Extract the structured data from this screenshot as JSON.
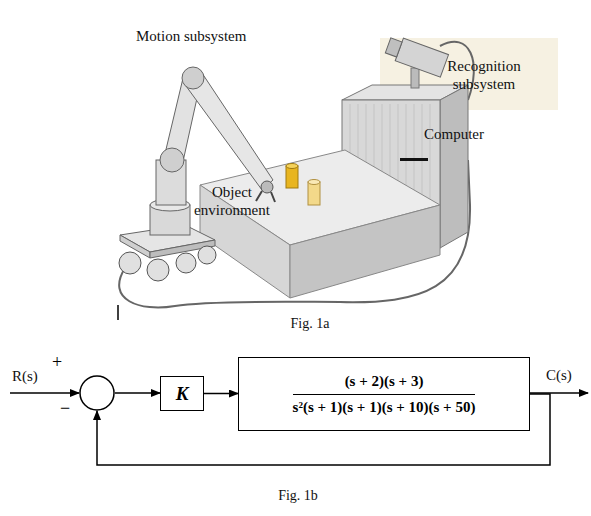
{
  "diagram": {
    "nodes": [
      {
        "text": [
          "+",
          "−"
        ]
      },
      {
        "text": [
          "K"
        ]
      },
      {
        "text": [
          "(s + 2)(s + 3)",
          "s²(s + 1)(s + 1)(s + 10)(s + 50)"
        ]
      }
    ],
    "edges": [
      {
        "from": 0,
        "to": 1,
        "arrow": "to"
      },
      {
        "from": 1,
        "to": 2,
        "arrow": "to"
      },
      {
        "from": 2,
        "to": 0,
        "arrow": "to"
      }
    ],
    "labels": [
      "Motion subsystem",
      "Recognition subsystem",
      "Computer",
      "Object environment",
      "Fig. 1a",
      "R(s)",
      "C(s)",
      "Fig. 1b"
    ]
  }
}
